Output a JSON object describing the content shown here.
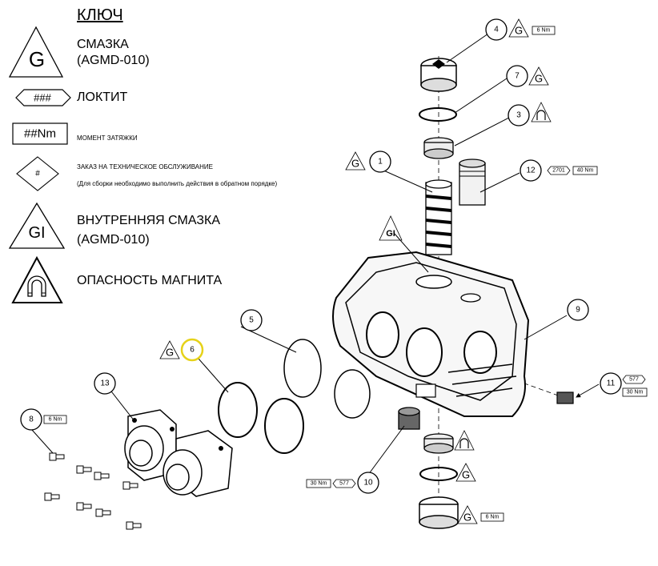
{
  "legend": {
    "title": "КЛЮЧ",
    "grease_line1": "СМАЗКА",
    "grease_line2": "(AGMD-010)",
    "grease_symbol": "G",
    "loctite_label": "ЛОКТИТ",
    "loctite_symbol": "###",
    "torque_label": "МОМЕНТ ЗАТЯЖКИ",
    "torque_symbol": "##Nm",
    "order_label": "ЗАКАЗ НА ТЕХНИЧЕСКОЕ ОБСЛУЖИВАНИЕ",
    "order_note": "(Для сборки необходимо выполнить действия в обратном порядке)",
    "order_symbol": "#",
    "internal_line1": "ВНУТРЕННЯЯ СМАЗКА",
    "internal_line2": "(AGMD-010)",
    "internal_symbol": "GI",
    "magnet_label": "ОПАСНОСТЬ МАГНИТА",
    "magnet_icon": "magnet-warning-icon"
  },
  "callouts": {
    "c1": "1",
    "c3": "3",
    "c4": "4",
    "c5": "5",
    "c6": "6",
    "c7": "7",
    "c8": "8",
    "c9": "9",
    "c10": "10",
    "c11": "11",
    "c12": "12",
    "c13": "13"
  },
  "tags": {
    "t4_torque": "6 Nm",
    "t12_loctite": "2701",
    "t12_torque": "40 Nm",
    "t11_loctite": "577",
    "t11_torque": "30 Nm",
    "t10_torque": "30 Nm",
    "t10_loctite": "577",
    "t8_torque": "6 Nm",
    "bottom_torque": "6 Nm"
  },
  "symbols": {
    "grease": "G",
    "internal_grease": "GI"
  },
  "highlight_color": "#e6d21a"
}
